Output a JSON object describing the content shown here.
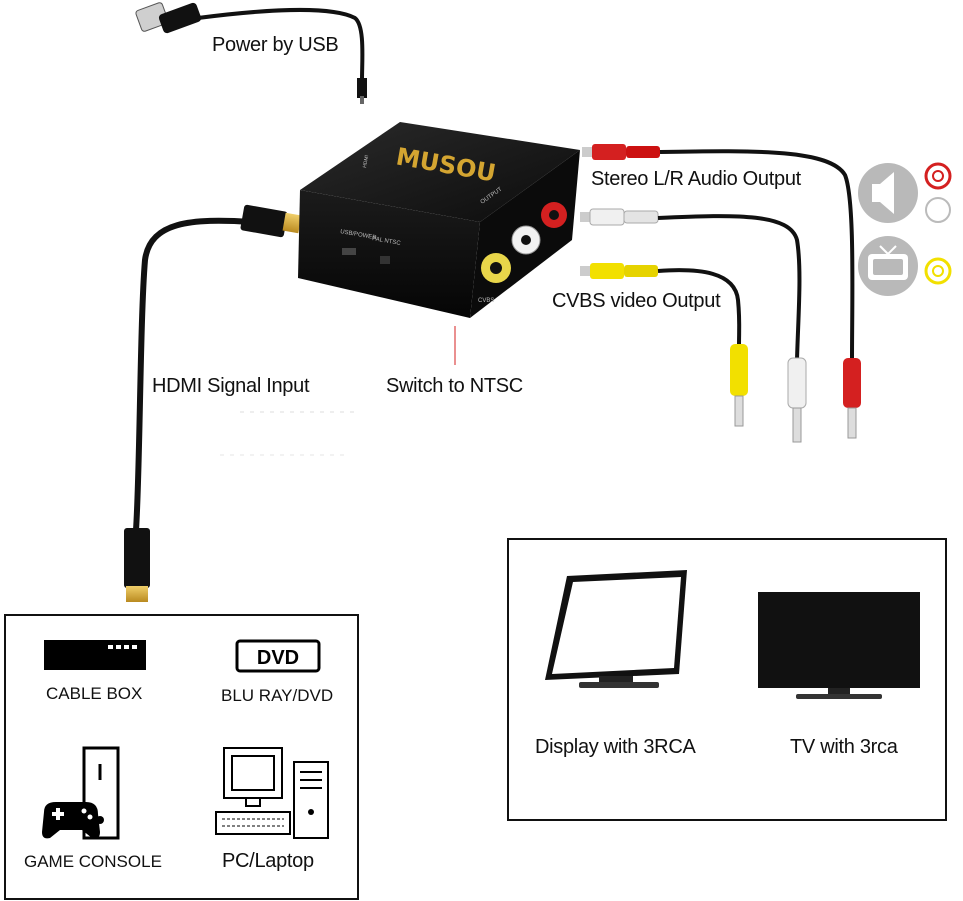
{
  "labels": {
    "power": "Power by USB",
    "stereo": "Stereo L/R Audio Output",
    "cvbs": "CVBS video Output",
    "hdmi": "HDMI Signal Input",
    "ntsc": "Switch to NTSC"
  },
  "device": {
    "brand": "MUSOU",
    "port_usb": "USB/POWER",
    "switch": "PAL NTSC",
    "out": "OUTPUT",
    "cvbs": "CVBS",
    "hdmi": "HDMI"
  },
  "sources": {
    "items": [
      {
        "label": "CABLE BOX",
        "icon": "cable-box-icon"
      },
      {
        "label": "BLU RAY/DVD",
        "icon": "dvd-icon",
        "badge": "DVD"
      },
      {
        "label": "GAME CONSOLE",
        "icon": "game-console-icon"
      },
      {
        "label": "PC/Laptop",
        "icon": "pc-icon"
      }
    ]
  },
  "displays": {
    "items": [
      {
        "label": "Display with 3RCA",
        "icon": "monitor-icon"
      },
      {
        "label": "TV with 3rca",
        "icon": "tv-icon"
      }
    ]
  },
  "colors": {
    "cable": "#111111",
    "rca_red": "#d42020",
    "rca_white": "#e8e8e8",
    "rca_yellow": "#f2e000",
    "gold": "#d4a531",
    "icon_gray": "#b9b9b9"
  }
}
